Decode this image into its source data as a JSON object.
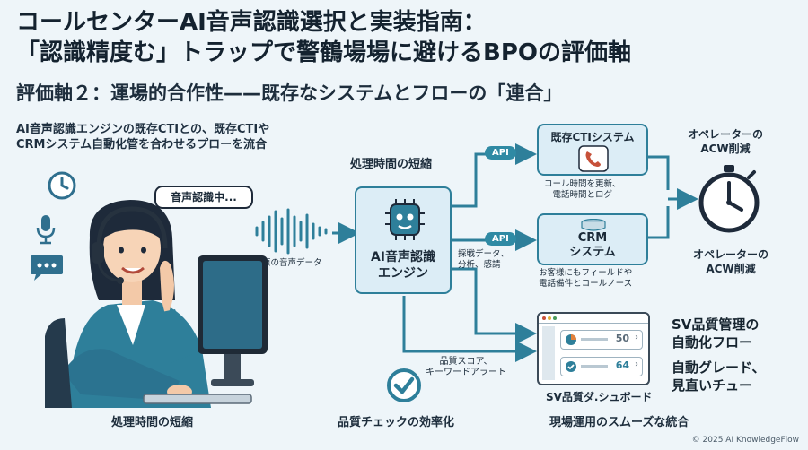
{
  "title_line1": "コールセンターAI音声認識選択と実装指南：",
  "title_line2": "「認識精度む」トラップで警鶴場場に避けるBPOの評価軸",
  "subtitle": "評価軸２：運場的合作性——既存なシステムとフローの「連合」",
  "intro_line1": "AI音声認識エンジンの既存CTIとの、既存CTIや",
  "intro_line2": "CRMシステム自動化管を合わせるプローを流合",
  "speech_bubble": "音声認識中...",
  "wave_label": "原の音声データ",
  "top_label": "処理時間の短縮",
  "engine_line1": "AI音声認識",
  "engine_line2": "エンジン",
  "api1": "API",
  "api2": "API",
  "cti_title": "既存CTIシステム",
  "cti_note1": "コール時間を更新、",
  "cti_note2": "電話時間とログ",
  "crm_title1": "CRM",
  "crm_title2": "システム",
  "crm_in1": "採戦データ、",
  "crm_in2": "分析、感請",
  "crm_note1": "お客様にもフィールドや",
  "crm_note2": "電話備件とコールノース",
  "acw_top1": "オペレーターの",
  "acw_top2": "ACW削減",
  "acw_bot1": "オペレーターの",
  "acw_bot2": "ACW削減",
  "quality_in1": "品質スコア、",
  "quality_in2": "キーワードアラート",
  "dashboard_val1": "50",
  "dashboard_val2": "64",
  "dashboard_label": "SV品質ダ.シュボード",
  "sv_title1": "SV品質管理の",
  "sv_title2": "自動化フロー",
  "sv_sub1": "自動グレード、",
  "sv_sub2": "見直いチュー",
  "bottom_left": "処理時間の短縮",
  "bottom_mid": "品質チェックの効率化",
  "bottom_right": "現場運用のスムーズな統合",
  "copyright": "© 2025 AI KnowledgeFlow",
  "colors": {
    "accent": "#2e7f9a",
    "box": "#dcedf6",
    "dark": "#1b2a38"
  }
}
